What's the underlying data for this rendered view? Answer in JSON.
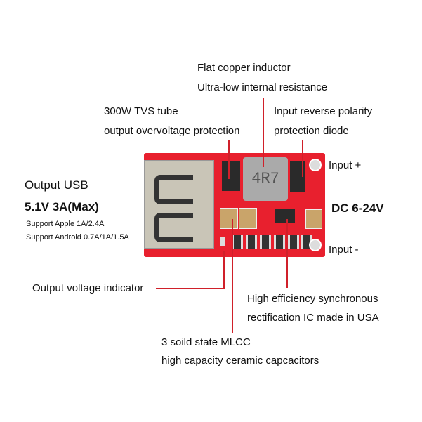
{
  "labels": {
    "inductor_1": "Flat copper inductor",
    "inductor_2": "Ultra-low internal resistance",
    "tvs_1": "300W TVS tube",
    "tvs_2": "output overvoltage protection",
    "diode_1": "Input reverse polarity",
    "diode_2": "protection diode",
    "input_plus": "Input +",
    "input_minus": "Input -",
    "dc_range": "DC 6-24V",
    "output_usb": "Output USB",
    "output_rating": "5.1V 3A(Max)",
    "apple": "Support Apple 1A/2.4A",
    "android": "Support Android 0.7A/1A/1.5A",
    "indicator": "Output voltage indicator",
    "ic_1": "High efficiency synchronous",
    "ic_2": "rectification IC made in USA",
    "mlcc_1": "3 soild state MLCC",
    "mlcc_2": "high capacity ceramic capcacitors"
  },
  "board_marks": {
    "inductor": "4R7"
  },
  "colors": {
    "leader": "#d0202a",
    "board": "#e8202e"
  }
}
